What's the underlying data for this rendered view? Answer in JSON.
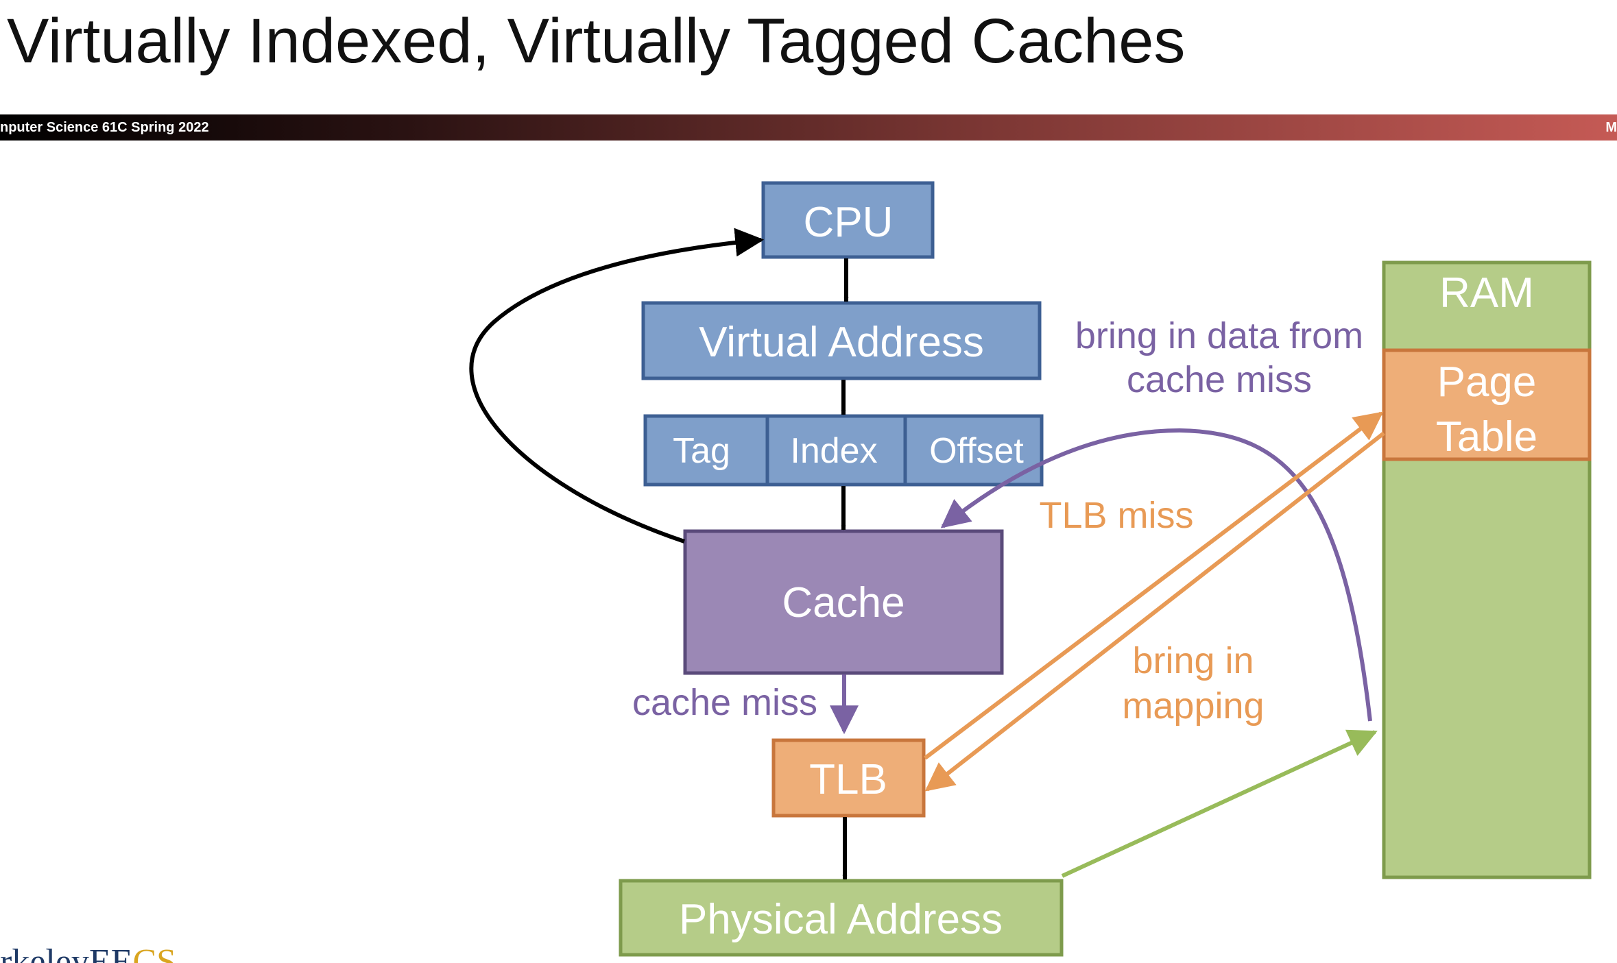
{
  "slide": {
    "title": "Virtually Indexed, Virtually Tagged Caches",
    "banner_left": "nputer Science 61C Spring 2022",
    "banner_right": "M",
    "logo": {
      "part1": "rkeley",
      "part2": "EE",
      "part3": "CS"
    }
  },
  "diagram": {
    "boxes": {
      "cpu": "CPU",
      "virtual_address": "Virtual Address",
      "tag": "Tag",
      "index": "Index",
      "offset": "Offset",
      "cache": "Cache",
      "tlb": "TLB",
      "physical_address": "Physical Address",
      "ram": "RAM",
      "page_table_line1": "Page",
      "page_table_line2": "Table"
    },
    "labels": {
      "bring_data_line1": "bring in data from",
      "bring_data_line2": "cache miss",
      "tlb_miss": "TLB miss",
      "bring_mapping_line1": "bring in",
      "bring_mapping_line2": "mapping",
      "cache_miss": "cache miss"
    }
  },
  "colors": {
    "blue_fill": "#7f9fca",
    "blue_stroke": "#3d5f93",
    "purple_fill": "#9b88b5",
    "purple_stroke": "#5a4a7a",
    "purple_text": "#7a62a3",
    "orange_fill": "#eeae78",
    "orange_stroke": "#c8763c",
    "orange_text": "#e89a55",
    "green_fill": "#b5cc88",
    "green_stroke": "#7e9b4c",
    "green_arrow": "#98bb5a"
  }
}
